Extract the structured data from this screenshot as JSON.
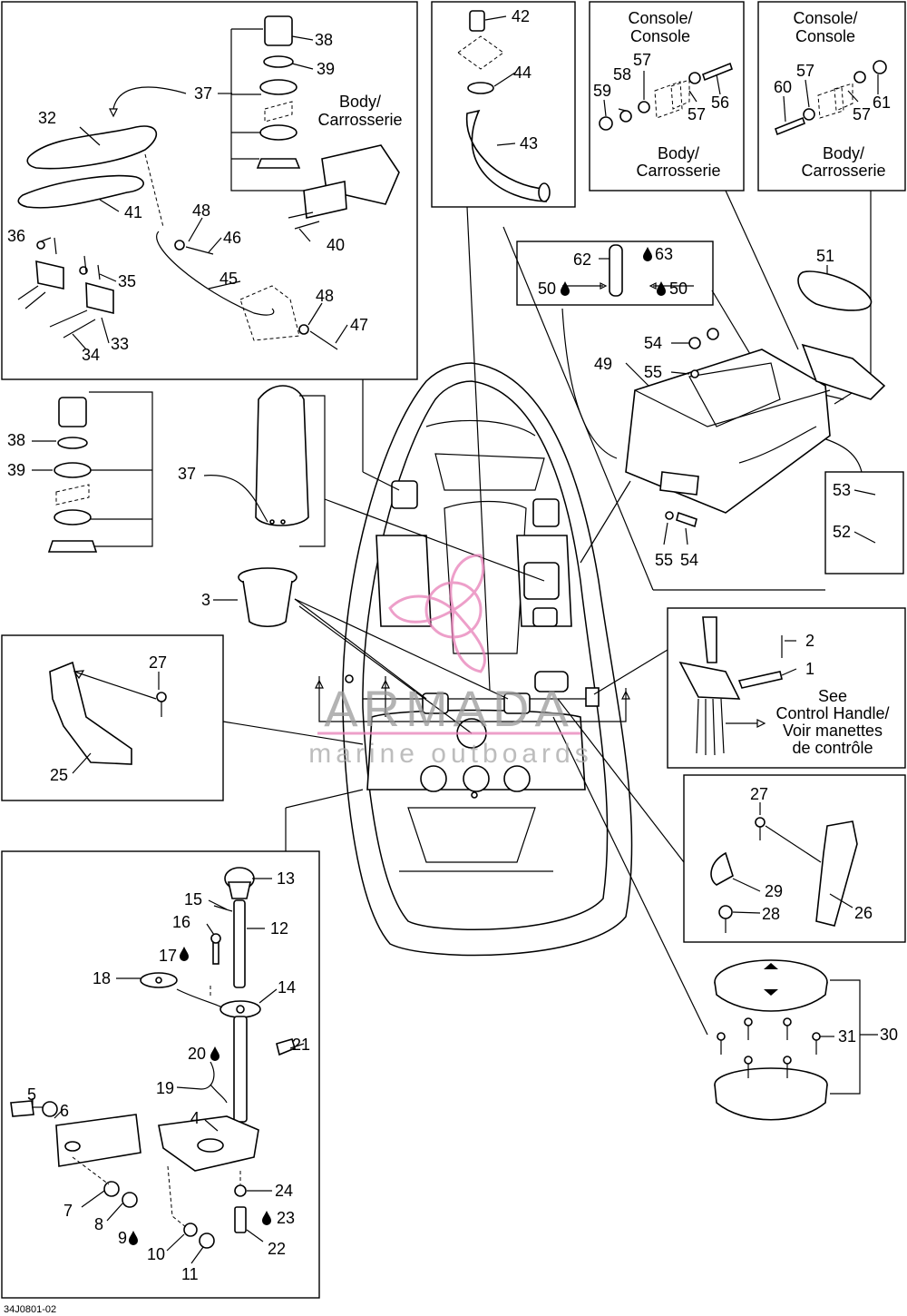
{
  "callouts": {
    "c1": "1",
    "c2": "2",
    "c3": "3",
    "c4": "4",
    "c5": "5",
    "c6": "6",
    "c7": "7",
    "c8": "8",
    "c9": "9",
    "c10": "10",
    "c11": "11",
    "c12": "12",
    "c13": "13",
    "c14": "14",
    "c15": "15",
    "c16": "16",
    "c17": "17",
    "c18": "18",
    "c19": "19",
    "c20": "20",
    "c21": "21",
    "c22": "22",
    "c23": "23",
    "c24": "24",
    "c25": "25",
    "c26": "26",
    "c27a": "27",
    "c27b": "27",
    "c28": "28",
    "c29": "29",
    "c30": "30",
    "c31": "31",
    "c32": "32",
    "c33": "33",
    "c34": "34",
    "c35": "35",
    "c36": "36",
    "c37a": "37",
    "c37b": "37",
    "c38a": "38",
    "c38b": "38",
    "c39a": "39",
    "c39b": "39",
    "c40": "40",
    "c41": "41",
    "c42": "42",
    "c43": "43",
    "c44": "44",
    "c45": "45",
    "c46": "46",
    "c47": "47",
    "c48a": "48",
    "c48b": "48",
    "c49": "49",
    "c50a": "50",
    "c50b": "50",
    "c51": "51",
    "c52": "52",
    "c53": "53",
    "c54a": "54",
    "c54b": "54",
    "c55a": "55",
    "c55b": "55",
    "c56": "56",
    "c57a": "57",
    "c57b": "57",
    "c57c": "57",
    "c57d": "57",
    "c58": "58",
    "c59": "59",
    "c60": "60",
    "c61": "61",
    "c62": "62",
    "c63": "63"
  },
  "labels": {
    "body_line1": "Body/",
    "body_line2": "Carrosserie",
    "console_line1": "Console/",
    "console_line2": "Console",
    "see_line1": "See",
    "see_line2": "Control Handle/",
    "see_line3": "Voir manettes",
    "see_line4": "de contrôle"
  },
  "watermark": {
    "brand": "ARMADA",
    "tagline": "marine outboards",
    "accent_color": "#e87fb8",
    "brand_color": "#9a9a9a"
  },
  "drawing_code": "34J0801-02"
}
